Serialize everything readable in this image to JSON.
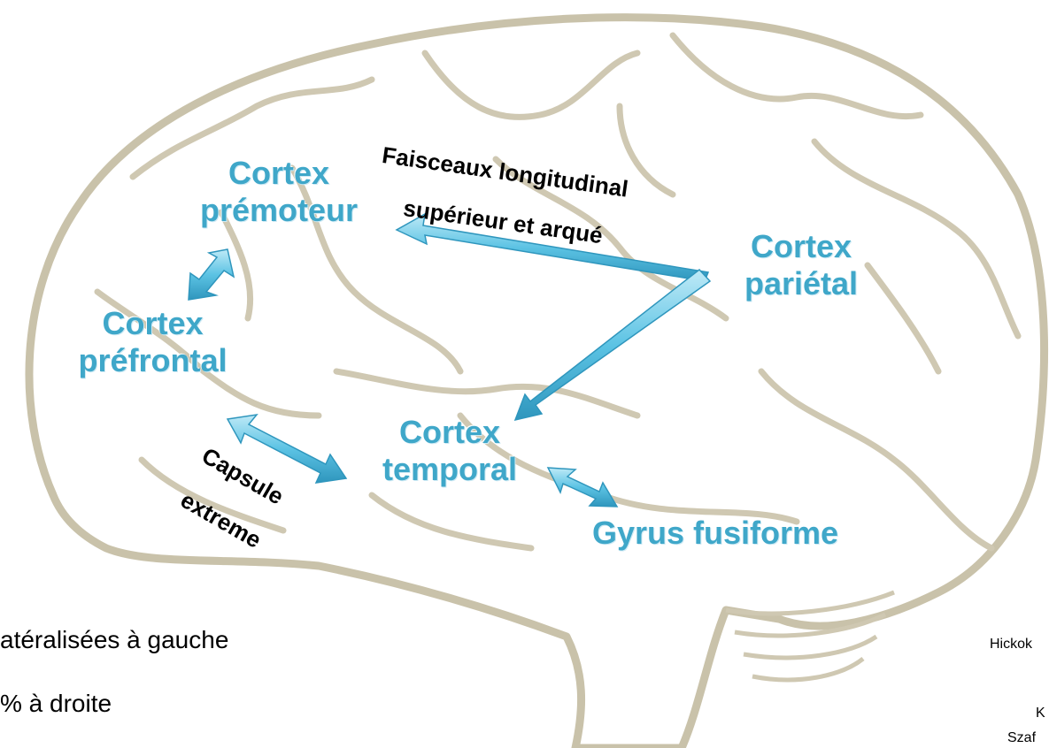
{
  "regions": {
    "premotor": [
      "Cortex",
      "prémoteur"
    ],
    "prefrontal": [
      "Cortex",
      "préfrontal"
    ],
    "parietal": [
      "Cortex",
      "pariétal"
    ],
    "temporal": [
      "Cortex",
      "temporal"
    ],
    "fusiform": "Gyrus fusiforme"
  },
  "tracts": {
    "dorsal": [
      "Faisceaux longitudinal",
      "supérieur et arqué"
    ],
    "ventral": [
      "Capsule",
      "extreme"
    ]
  },
  "captions": {
    "line1": "atéralisées à gauche",
    "line2": "% à droite"
  },
  "references": {
    "ref1": "Hickok",
    "ref2": "K",
    "ref3": "Szaf"
  },
  "colors": {
    "region_text": "#3fa7c9",
    "arrow": "#5cc3e4",
    "brain_outline": "#c9c2aa"
  }
}
